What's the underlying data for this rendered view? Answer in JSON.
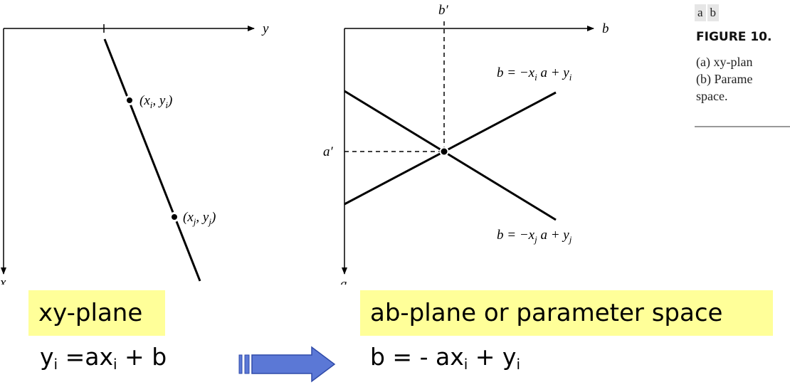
{
  "left_panel": {
    "axis_y_label": "y",
    "axis_x_label": "x",
    "point_i_label": "(x_i, y_i)",
    "point_j_label": "(x_j, y_j)"
  },
  "right_panel": {
    "axis_b_label": "b",
    "axis_a_label": "a",
    "b_prime_label": "b′",
    "a_prime_label": "a′",
    "line_i_label": "b = −x_i a + y_i",
    "line_j_label": "b = −x_j a + y_j"
  },
  "caption": {
    "panel_tags": [
      "a",
      "b"
    ],
    "figure_title": "FIGURE 10.",
    "line1": "(a) xy-plan",
    "line2": "(b) Parame",
    "line3": "space."
  },
  "labels": {
    "xy_plane": "xy-plane",
    "ab_plane": "ab-plane or parameter space"
  },
  "equations": {
    "left": {
      "y": "y",
      "sub1": "i",
      "mid": " =ax",
      "sub2": "i",
      "end": " + b"
    },
    "right": {
      "start": "b = - ax",
      "sub1": "i",
      "mid": " + y",
      "sub2": "i"
    }
  },
  "colors": {
    "highlight": "#ffff99",
    "arrow_fill": "#5b78d6",
    "arrow_stroke": "#2f4aa8"
  }
}
